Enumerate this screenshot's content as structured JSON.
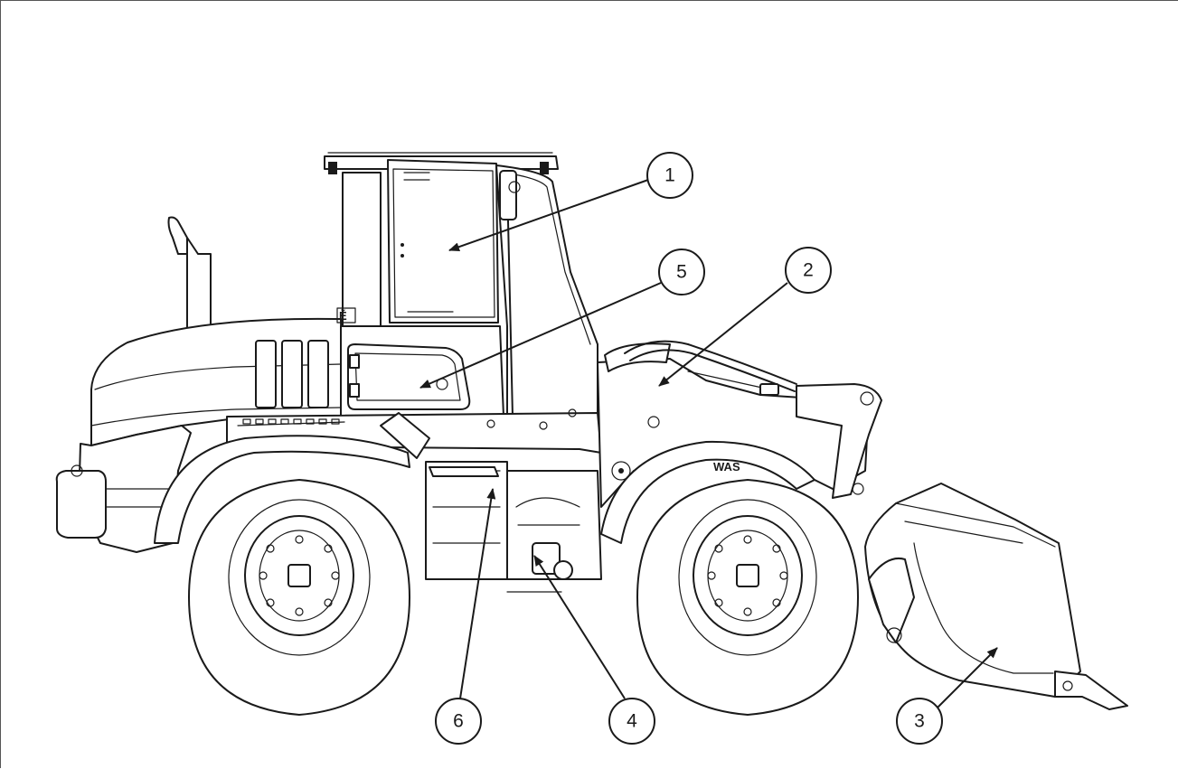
{
  "diagram": {
    "subject": "wheel-loader",
    "decal_text": "WAS",
    "callouts": [
      {
        "id": "callout-1",
        "label": "1"
      },
      {
        "id": "callout-2",
        "label": "2"
      },
      {
        "id": "callout-3",
        "label": "3"
      },
      {
        "id": "callout-4",
        "label": "4"
      },
      {
        "id": "callout-5",
        "label": "5"
      },
      {
        "id": "callout-6",
        "label": "6"
      }
    ]
  },
  "colors": {
    "line": "#1a1a1a",
    "background": "#ffffff"
  }
}
